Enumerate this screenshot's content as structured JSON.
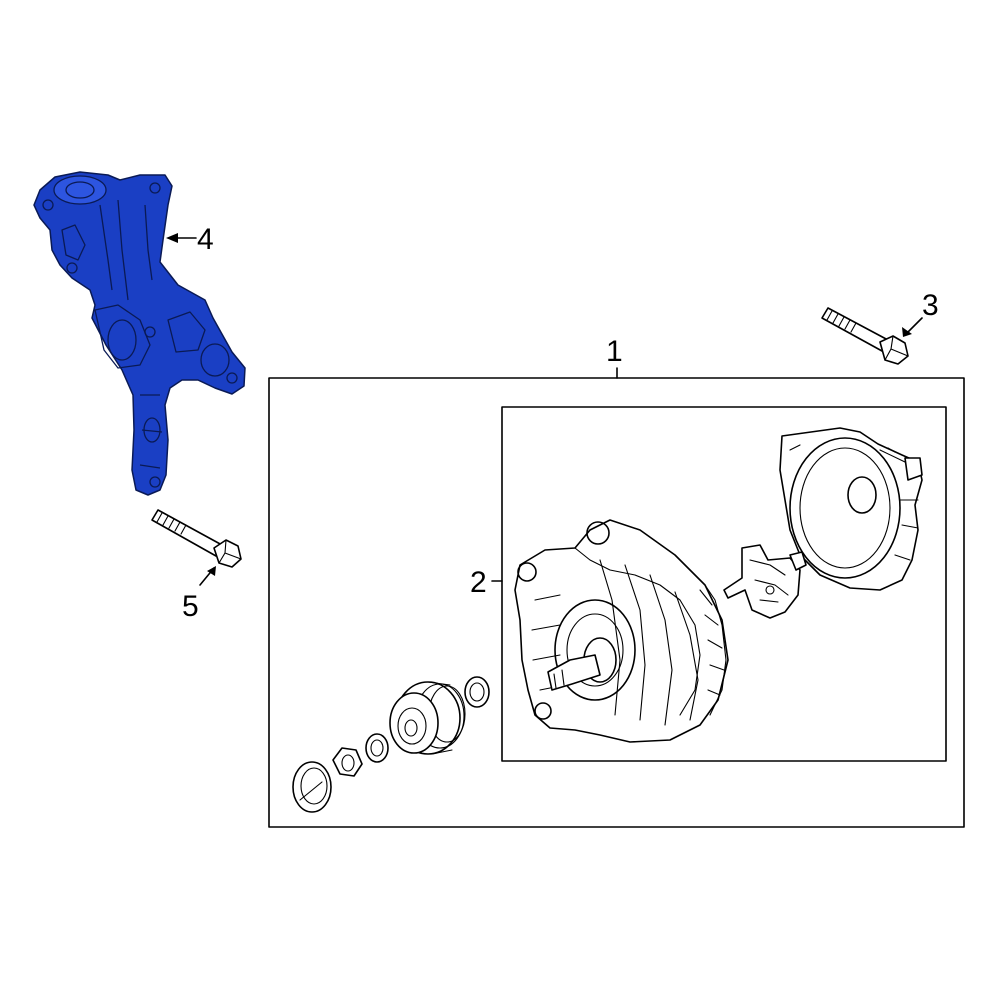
{
  "colors": {
    "highlight": "#1a3fc4",
    "line": "#000000",
    "background": "#ffffff"
  },
  "callouts": {
    "c1": "1",
    "c2": "2",
    "c3": "3",
    "c4": "4",
    "c5": "5"
  }
}
